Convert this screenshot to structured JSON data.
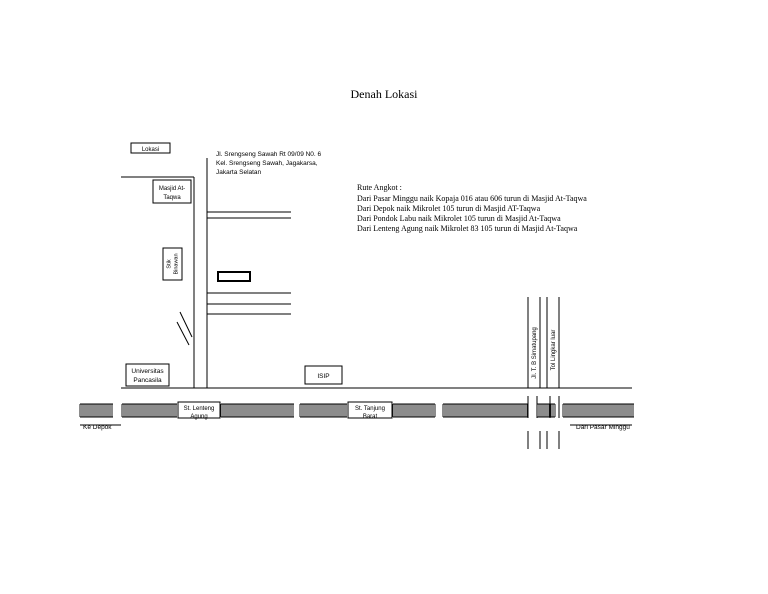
{
  "title": "Denah Lokasi",
  "address": {
    "line1": "Jl. Srengseng Sawah Rt 09/09 N0. 6",
    "line2": "Kel. Srengseng Sawah, Jagakarsa,",
    "line3": "Jakarta Selatan"
  },
  "route": {
    "heading": "Rute Angkot :",
    "lines": [
      "Dari Pasar Minggu naik Kopaja 016 atau 606 turun di Masjid At-Taqwa",
      "Dari Depok naik Mikrolet 105 turun di Masjid AT-Taqwa",
      "Dari Pondok Labu naik Mikrolet 105 turun di Masjid At-Taqwa",
      "Dari Lenteng Agung naik Mikrolet 83 105 turun di Masjid At-Taqwa"
    ]
  },
  "labels": {
    "lokasi": "Lokasi",
    "masjid_line1": "Masjid At-",
    "masjid_line2": "Taqwa",
    "stikes_line1": "Stik",
    "stikes_line2": "Binawan",
    "univ_line1": "Universitas",
    "univ_line2": "Pancasila",
    "isip": "ISIP",
    "st_lenteng_line1": "St. Lenteng",
    "st_lenteng_line2": "Agung",
    "st_tanjung_line1": "St. Tanjung",
    "st_tanjung_line2": "Barat",
    "jl_tb": "Jl. T. B Simatupang",
    "tol": "Tol Lingkar luar",
    "ke_depok": "Ke Depok",
    "dari_pasar_minggu": "Dari Pasar Minggu"
  }
}
